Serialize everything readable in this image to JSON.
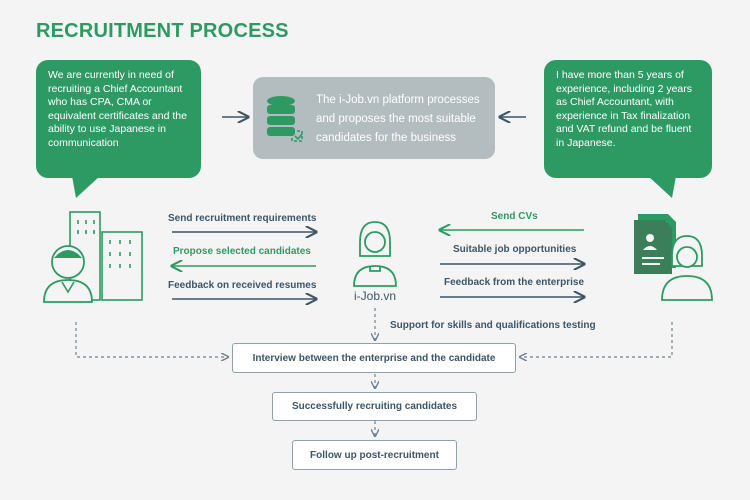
{
  "title": "RECRUITMENT PROCESS",
  "enterprise_bubble": "We are currently in need of recruiting a Chief Accountant who has CPA, CMA or equivalent certificates and the ability to use Japanese in communication",
  "candidate_bubble": "I have more than 5 years of experience, including 2 years as Chief Accountant, with experience in Tax finalization and VAT refund and be fluent in Japanese.",
  "platform_text": "The i-Job.vn platform processes and proposes the most suitable candidates for the business",
  "platform_name": "i-Job.vn",
  "left_flows": [
    {
      "label": "Send recruitment requirements",
      "direction": "right"
    },
    {
      "label": "Propose selected candidates",
      "direction": "left"
    },
    {
      "label": "Feedback on received resumes",
      "direction": "right"
    }
  ],
  "right_flows": [
    {
      "label": "Send CVs",
      "direction": "left"
    },
    {
      "label": "Suitable job opportunities",
      "direction": "right"
    },
    {
      "label": "Feedback from the enterprise",
      "direction": "right"
    }
  ],
  "testing_note": "Support for skills and qualifications testing",
  "steps": [
    "Interview between the enterprise and the candidate",
    "Successfully recruiting candidates",
    "Follow up post-recruitment"
  ],
  "colors": {
    "green": "#2e9a63",
    "navy": "#3d5568",
    "gray_box": "#b3bdc0",
    "background": "#f4f4f4"
  },
  "icons": {
    "enterprise": "building-person-icon",
    "platform_db": "database-icon",
    "platform_center": "person-icon",
    "candidate": "cv-person-icon"
  }
}
